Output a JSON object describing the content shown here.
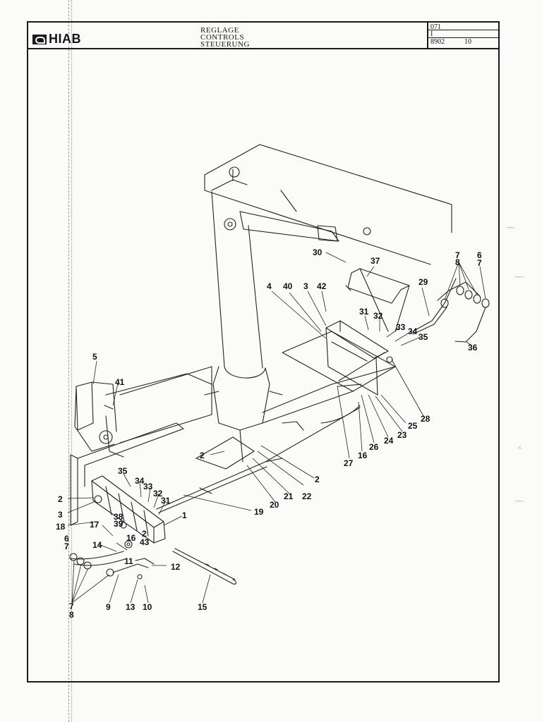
{
  "header": {
    "brand": "HIAB",
    "titles": [
      "REGLAGE",
      "CONTROLS",
      "STEUERUNG"
    ],
    "code_lines": [
      "071",
      "I",
      "8902"
    ],
    "page_number": "10"
  },
  "callouts": [
    "30",
    "37",
    "7",
    "8",
    "6",
    "7",
    "4",
    "40",
    "3",
    "42",
    "29",
    "31",
    "32",
    "33",
    "34",
    "35",
    "36",
    "5",
    "41",
    "28",
    "23",
    "25",
    "24",
    "26",
    "16",
    "27",
    "2",
    "2",
    "22",
    "21",
    "20",
    "19",
    "35",
    "34",
    "33",
    "32",
    "31",
    "1",
    "2",
    "3",
    "18",
    "38",
    "17",
    "39",
    "16",
    "2",
    "43",
    "6",
    "7",
    "14",
    "11",
    "12",
    "7",
    "8",
    "9",
    "13",
    "10",
    "15"
  ]
}
